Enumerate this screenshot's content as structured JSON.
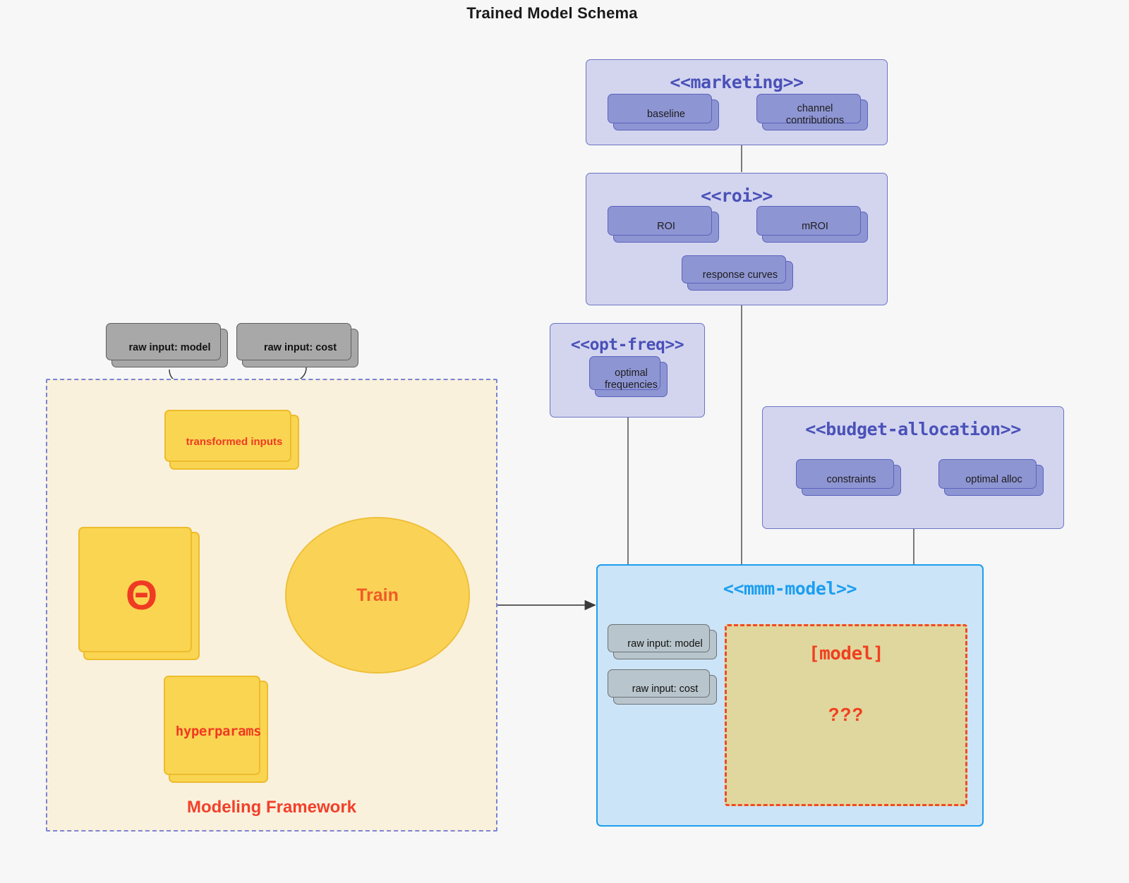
{
  "title": "Trained Model Schema",
  "colors": {
    "canvas_bg": "#f7f7f7",
    "package_purple_fill": "#d3d5ef",
    "package_purple_border": "#6c74c4",
    "package_purple_title": "#4a51b8",
    "node_purple_fill": "#8e95d3",
    "node_purple_border": "#5b63bd",
    "package_blue_fill": "#cce4f7",
    "package_blue_border": "#1c9ef0",
    "node_grey_fill": "#a8a8a8",
    "node_greyblue_fill": "#b8c5cc",
    "node_yellow_fill": "#fad552",
    "node_yellow_border": "#edbc2b",
    "framework_fill": "#faf1dd",
    "framework_border": "#7b84d2",
    "accent_red": "#ef3b23",
    "model_box_fill": "#e0d79e",
    "model_box_border": "#f04a23",
    "edge_grey": "#555555"
  },
  "packages": {
    "marketing": {
      "stereotype": "<<marketing>>",
      "nodes": [
        {
          "label": "baseline"
        },
        {
          "label": "channel contributions"
        }
      ],
      "link": "bidirectional"
    },
    "roi": {
      "stereotype": "<<roi>>",
      "nodes": [
        {
          "label": "ROI"
        },
        {
          "label": "mROI"
        },
        {
          "label": "response curves"
        }
      ],
      "link": "bidirectional"
    },
    "opt_freq": {
      "stereotype": "<<opt-freq>>",
      "nodes": [
        {
          "label": "optimal\nfrequencies",
          "line1": "optimal",
          "line2": "frequencies"
        }
      ]
    },
    "budget_allocation": {
      "stereotype": "<<budget-allocation>>",
      "nodes": [
        {
          "label": "constraints"
        },
        {
          "label": "optimal alloc"
        }
      ],
      "link": "bidirectional"
    },
    "mmm_model": {
      "stereotype": "<<mmm-model>>",
      "nodes": [
        {
          "label": "raw input: model"
        },
        {
          "label": "raw input: cost"
        }
      ],
      "model_box": {
        "title": "[model]",
        "question": "???"
      }
    }
  },
  "framework": {
    "label": "Modeling Framework",
    "raw_inputs": [
      {
        "label": "raw input: model"
      },
      {
        "label": "raw input: cost"
      }
    ],
    "transformed_inputs": {
      "label": "transformed inputs"
    },
    "theta": {
      "label": "Θ"
    },
    "hyperparams": {
      "label": "hyperparams"
    },
    "train": {
      "label": "Train"
    }
  }
}
